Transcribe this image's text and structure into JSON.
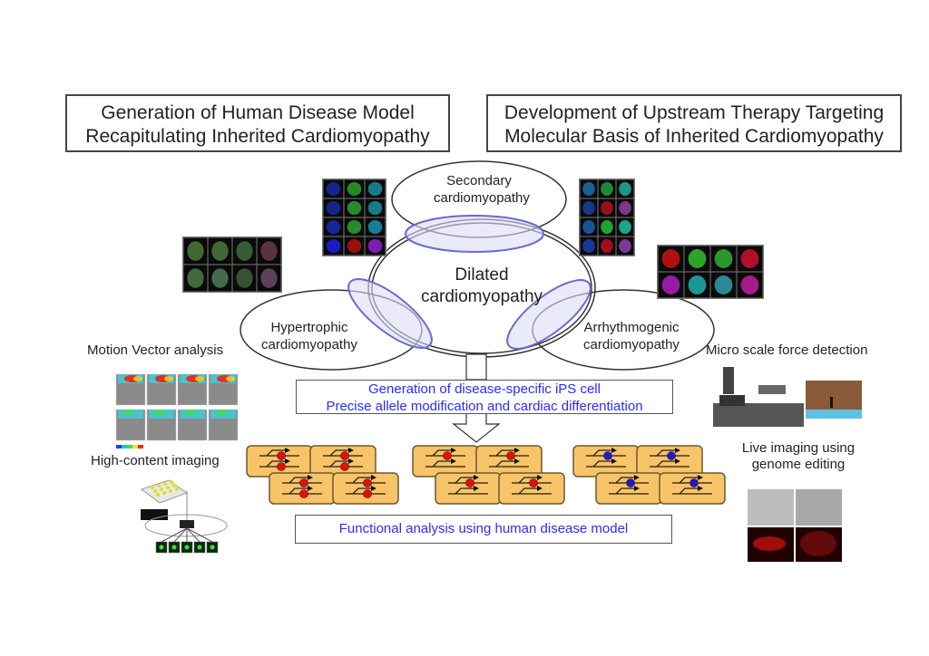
{
  "headers": {
    "left": [
      "Generation of Human Disease Model",
      "Recapitulating Inherited Cardiomyopathy"
    ],
    "right": [
      "Development of Upstream Therapy Targeting",
      "Molecular Basis of Inherited Cardiomyopathy"
    ]
  },
  "venn": {
    "secondary": [
      "Secondary",
      "cardiomyopathy"
    ],
    "dilated": [
      "Dilated",
      "cardiomyopathy"
    ],
    "hypertrophic": [
      "Hypertrophic",
      "cardiomyopathy"
    ],
    "arrhythmogenic": [
      "Arrhythmogenic",
      "cardiomyopathy"
    ]
  },
  "process": {
    "step1": [
      "Generation of disease-specific iPS cell",
      "Precise allele modification and cardiac differentiation"
    ],
    "step2": "Functional analysis using human disease model"
  },
  "side_labels": {
    "motion_vector": "Motion Vector analysis",
    "high_content": "High-content imaging",
    "micro_force": "Micro scale force detection",
    "live_imaging": [
      "Live imaging using",
      "genome editing"
    ]
  },
  "cell_groups": [
    {
      "name": "group-1",
      "marker_color": "#e01010",
      "markers_per_cell": 2
    },
    {
      "name": "group-2",
      "marker_color": "#e01010",
      "markers_per_cell": 1
    },
    {
      "name": "group-3",
      "marker_color": "#1a1ad8",
      "markers_per_cell": 1
    }
  ],
  "colors": {
    "cell_fill": "#f7c46a",
    "cell_border": "#6b5a2a",
    "overlap_fill": "#dcdcf8",
    "overlap_stroke": "#6a6ad0",
    "accent_text": "#2b2bff"
  }
}
